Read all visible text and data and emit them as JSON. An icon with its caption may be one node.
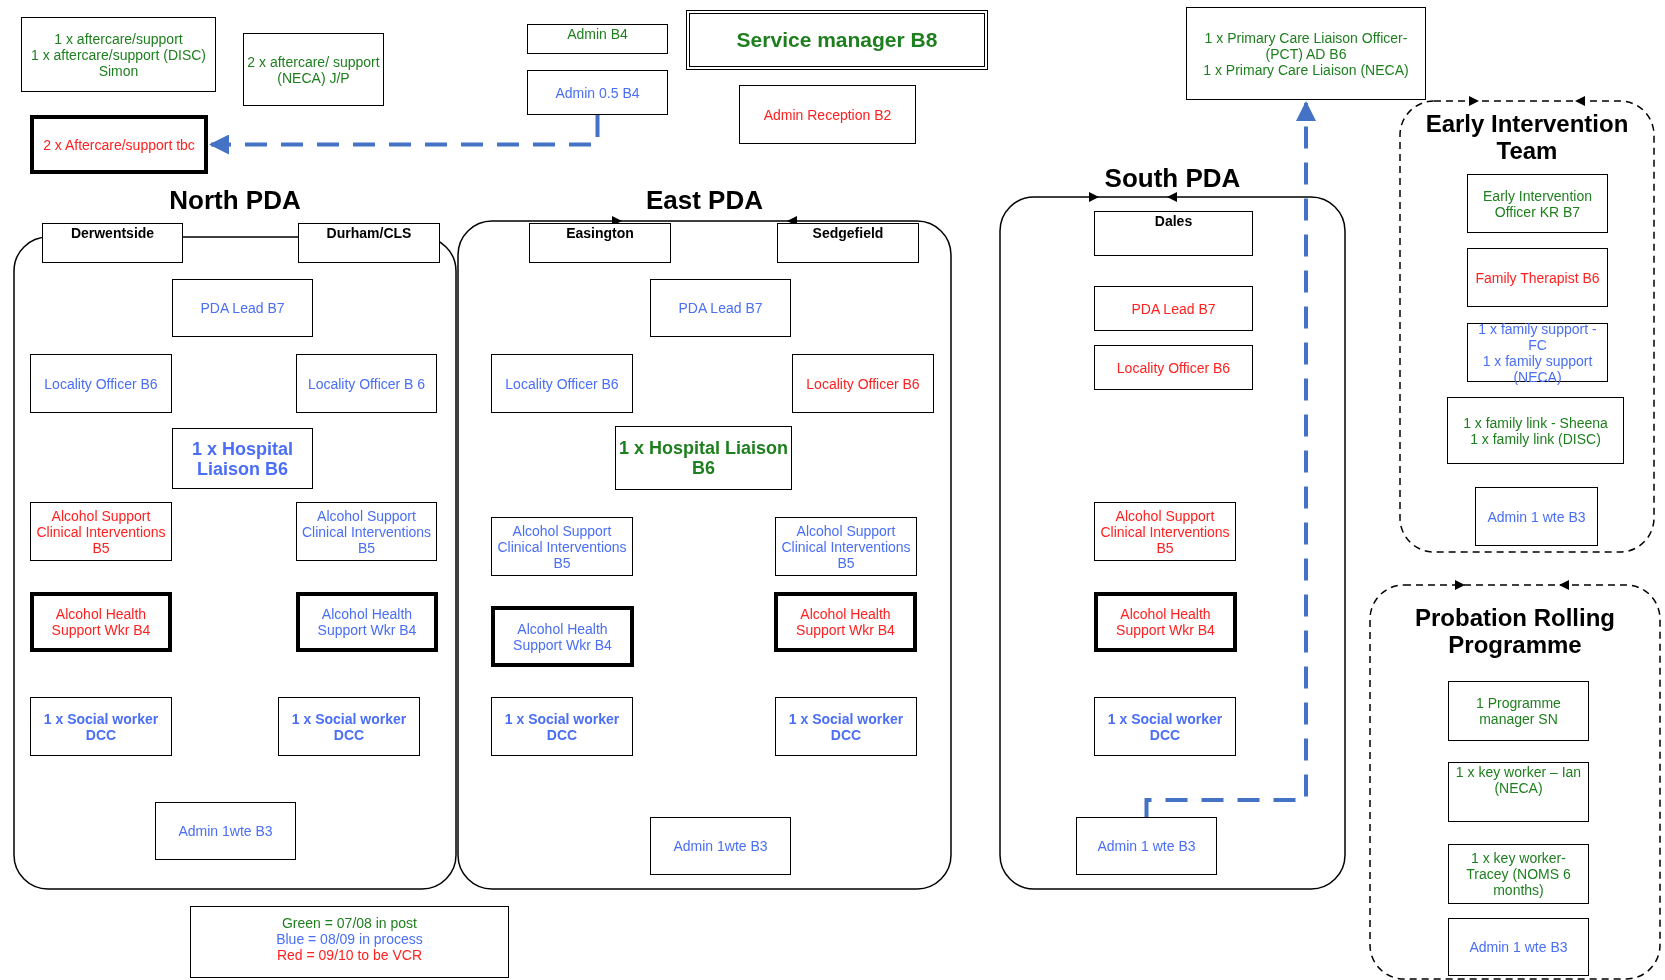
{
  "diagram": {
    "nodes": [
      {
        "text": [
          "1 x aftercare/support",
          "1 x aftercare/support (DISC) Simon"
        ]
      },
      {
        "text": [
          "2 x aftercare/ support (NECA) J/P"
        ]
      },
      {
        "text": [
          "Admin B4"
        ]
      },
      {
        "text": [
          "Admin 0.5 B4"
        ]
      },
      {
        "text": [
          "Service manager B8"
        ]
      },
      {
        "text": [
          "Admin Reception B2"
        ]
      },
      {
        "text": [
          "1 x Primary Care Liaison Officer-(PCT) AD B6",
          "1 x Primary Care Liaison (NECA)"
        ]
      },
      {
        "text": [
          "2 x Aftercare/support tbc"
        ]
      },
      {
        "text": [
          "North PDA"
        ]
      },
      {
        "text": [
          "Derwentside"
        ],
        "in": 8
      },
      {
        "text": [
          "Durham/CLS"
        ],
        "in": 8
      },
      {
        "text": [
          "PDA Lead B7"
        ],
        "in": 8
      },
      {
        "text": [
          "Locality Officer B6"
        ],
        "in": 8
      },
      {
        "text": [
          "Locality Officer B 6"
        ],
        "in": 8
      },
      {
        "text": [
          "1 x Hospital Liaison B6"
        ],
        "in": 8
      },
      {
        "text": [
          "Alcohol Support Clinical Interventions B5"
        ],
        "in": 8
      },
      {
        "text": [
          "Alcohol Support Clinical Interventions B5"
        ],
        "in": 8
      },
      {
        "text": [
          "Alcohol Health Support Wkr B4"
        ],
        "in": 8
      },
      {
        "text": [
          "Alcohol Health Support Wkr B4"
        ],
        "in": 8
      },
      {
        "text": [
          "1 x Social worker DCC"
        ],
        "in": 8
      },
      {
        "text": [
          "1 x Social worker DCC"
        ],
        "in": 8
      },
      {
        "text": [
          "Admin 1wte B3"
        ],
        "in": 8
      },
      {
        "text": [
          "East PDA"
        ]
      },
      {
        "text": [
          "Easington"
        ],
        "in": 22
      },
      {
        "text": [
          "Sedgefield"
        ],
        "in": 22
      },
      {
        "text": [
          "PDA Lead B7"
        ],
        "in": 22
      },
      {
        "text": [
          "Locality Officer B6"
        ],
        "in": 22
      },
      {
        "text": [
          "Locality Officer B6"
        ],
        "in": 22
      },
      {
        "text": [
          "1 x Hospital Liaison B6"
        ],
        "in": 22
      },
      {
        "text": [
          "Alcohol Support Clinical Interventions B5"
        ],
        "in": 22
      },
      {
        "text": [
          "Alcohol Support Clinical Interventions B5"
        ],
        "in": 22
      },
      {
        "text": [
          "Alcohol Health Support Wkr B4"
        ],
        "in": 22
      },
      {
        "text": [
          "Alcohol Health Support Wkr B4"
        ],
        "in": 22
      },
      {
        "text": [
          "1 x Social worker DCC"
        ],
        "in": 22
      },
      {
        "text": [
          "1 x Social worker DCC"
        ],
        "in": 22
      },
      {
        "text": [
          "Admin 1wte B3"
        ],
        "in": 22
      },
      {
        "text": [
          "South PDA"
        ]
      },
      {
        "text": [
          "Dales"
        ],
        "in": 36
      },
      {
        "text": [
          "PDA Lead B7"
        ],
        "in": 36
      },
      {
        "text": [
          "Locality Officer B6"
        ],
        "in": 36
      },
      {
        "text": [
          "Alcohol Support Clinical Interventions B5"
        ],
        "in": 36
      },
      {
        "text": [
          "Alcohol Health Support Wkr B4"
        ],
        "in": 36
      },
      {
        "text": [
          "1 x Social worker DCC"
        ],
        "in": 36
      },
      {
        "text": [
          "Admin 1 wte B3"
        ],
        "in": 36
      },
      {
        "text": [
          "Early Intervention Team"
        ]
      },
      {
        "text": [
          "Early Intervention Officer KR B7"
        ],
        "in": 44
      },
      {
        "text": [
          "Family Therapist B6"
        ],
        "in": 44
      },
      {
        "text": [
          "1 x family support -FC",
          "1 x family support (NECA)"
        ],
        "in": 44
      },
      {
        "text": [
          "1 x family link - Sheena",
          "1 x family link (DISC)"
        ],
        "in": 44
      },
      {
        "text": [
          "Admin 1 wte B3"
        ],
        "in": 44
      },
      {
        "text": [
          "Probation Rolling Programme"
        ]
      },
      {
        "text": [
          "1 Programme manager SN"
        ],
        "in": 50
      },
      {
        "text": [
          "1 x key worker – Ian (NECA)"
        ],
        "in": 50
      },
      {
        "text": [
          "1 x key worker- Tracey (NOMS 6 months)"
        ],
        "in": 50
      },
      {
        "text": [
          "Admin 1 wte B3"
        ],
        "in": 50
      }
    ],
    "edges": [
      {
        "from": 3,
        "to": 7,
        "arrow": "to",
        "style": "dashed"
      },
      {
        "from": 43,
        "to": 6,
        "arrow": "to",
        "style": "dashed"
      }
    ],
    "legend": [
      {
        "text": "Green = 07/08 in post",
        "color": "#1e7f1e"
      },
      {
        "text": "Blue = 08/09 in process",
        "color": "#4a6ef5"
      },
      {
        "text": "Red = 09/10 to be VCR",
        "color": "#ff2020"
      }
    ]
  }
}
